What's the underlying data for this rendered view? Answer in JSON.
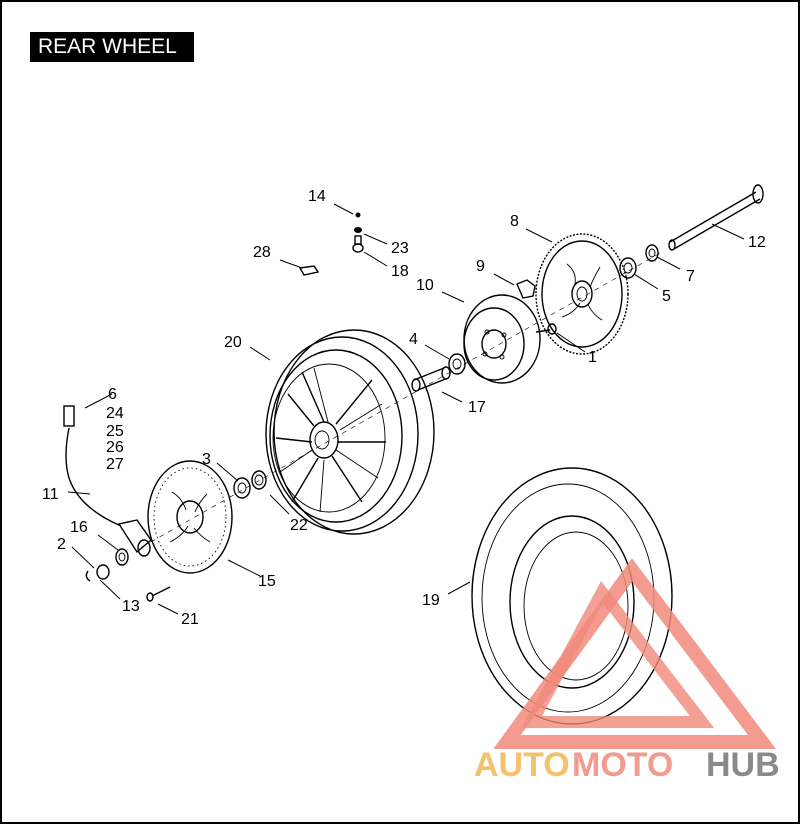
{
  "title": "REAR WHEEL",
  "callouts": [
    "1",
    "2",
    "3",
    "4",
    "5",
    "6",
    "7",
    "8",
    "9",
    "10",
    "11",
    "12",
    "13",
    "14",
    "15",
    "16",
    "17",
    "18",
    "19",
    "20",
    "21",
    "22",
    "23",
    "24",
    "25",
    "26",
    "27",
    "28"
  ],
  "watermark": {
    "part1": "AUTO",
    "part2": "MOTO",
    "part3": "HUB",
    "colors": {
      "auto": "#f5c16b",
      "moto": "#f29b8f",
      "hub": "#8a8a8a",
      "triangle": "#f08a7a"
    }
  }
}
